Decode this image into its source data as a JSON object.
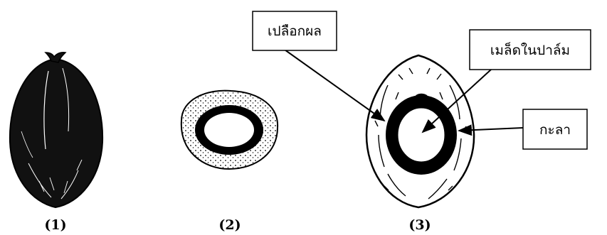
{
  "captions": {
    "fruit_whole": "(1)",
    "fruit_cross_section": "(2)",
    "fruit_longitudinal_section": "(3)"
  },
  "labels": {
    "exocarp": "เปลือกผล",
    "kernel": "เมล็ดในปาล์ม",
    "shell": "กะลา"
  }
}
